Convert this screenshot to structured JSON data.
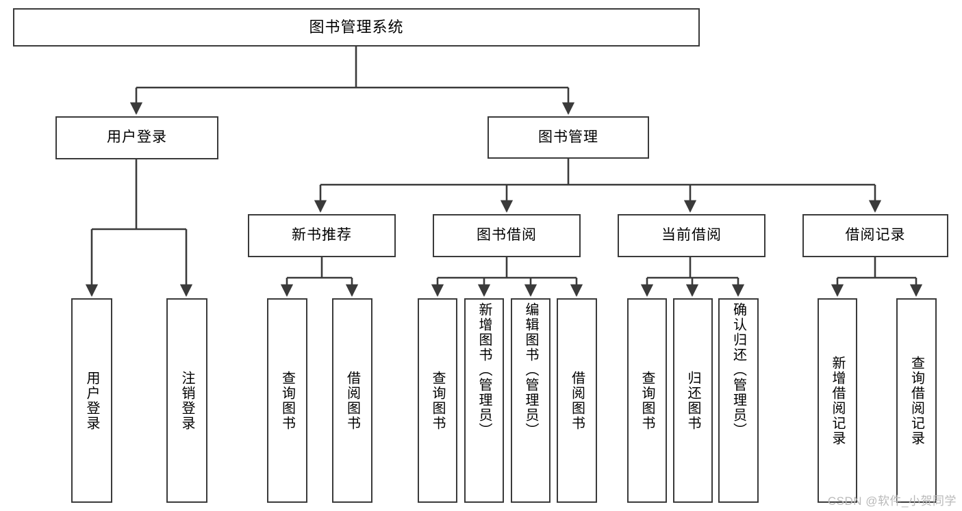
{
  "diagram": {
    "title": "图书管理系统",
    "watermark": "CSDN @软件_小贺同学",
    "colors": {
      "background": "#ffffff",
      "stroke": "#3a3a3a",
      "text": "#000000",
      "watermark": "#b9b9b9"
    },
    "nodes": {
      "root": {
        "label": "图书管理系统"
      },
      "level2": [
        {
          "id": "user-login",
          "label": "用户登录"
        },
        {
          "id": "book-management",
          "label": "图书管理"
        }
      ],
      "level3": [
        {
          "id": "new-book-recommend",
          "label": "新书推荐"
        },
        {
          "id": "book-borrow",
          "label": "图书借阅"
        },
        {
          "id": "current-borrow",
          "label": "当前借阅"
        },
        {
          "id": "borrow-record",
          "label": "借阅记录"
        }
      ],
      "leaves": {
        "user-login": [
          {
            "id": "leaf-user-login",
            "label": "用户登录"
          },
          {
            "id": "leaf-logout-login",
            "label": "注销登录"
          }
        ],
        "new-book-recommend": [
          {
            "id": "leaf-query-book-1",
            "label": "查询图书"
          },
          {
            "id": "leaf-borrow-book-1",
            "label": "借阅图书"
          }
        ],
        "book-borrow": [
          {
            "id": "leaf-query-book-2",
            "label": "查询图书"
          },
          {
            "id": "leaf-add-book-admin",
            "label": "新增图书（管理员）"
          },
          {
            "id": "leaf-edit-book-admin",
            "label": "编辑图书（管理员）"
          },
          {
            "id": "leaf-borrow-book-2",
            "label": "借阅图书"
          }
        ],
        "current-borrow": [
          {
            "id": "leaf-query-book-3",
            "label": "查询图书"
          },
          {
            "id": "leaf-return-book",
            "label": "归还图书"
          },
          {
            "id": "leaf-confirm-return-admin",
            "label": "确认归还（管理员）"
          }
        ],
        "borrow-record": [
          {
            "id": "leaf-add-borrow-record",
            "label": "新增借阅记录"
          },
          {
            "id": "leaf-query-borrow-record",
            "label": "查询借阅记录"
          }
        ]
      }
    }
  }
}
